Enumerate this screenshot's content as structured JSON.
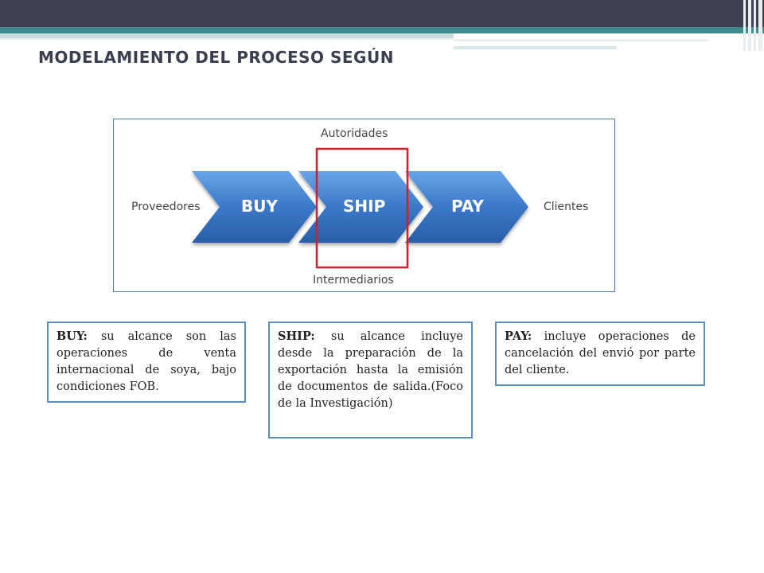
{
  "slide": {
    "title": "MODELAMIENTO DEL PROCESO SEGÚN"
  },
  "diagram": {
    "top_label": "Autoridades",
    "bottom_label": "Intermediarios",
    "left_label": "Proveedores",
    "right_label": "Clientes",
    "steps": [
      "BUY",
      "SHIP",
      "PAY"
    ],
    "highlight_color": "#d0202a",
    "arrow_color": "#3b78c8"
  },
  "descriptions": [
    {
      "term": "BUY:",
      "text": "su alcance son las operaciones de venta internacional de soya, bajo condiciones FOB."
    },
    {
      "term": "SHIP:",
      "text": "su alcance incluye desde la preparación de la exportación hasta la emisión de documentos de salida.(Foco de la Investigación)"
    },
    {
      "term": "PAY:",
      "text": "incluye operaciones de cancelación del envió por parte del cliente."
    }
  ]
}
